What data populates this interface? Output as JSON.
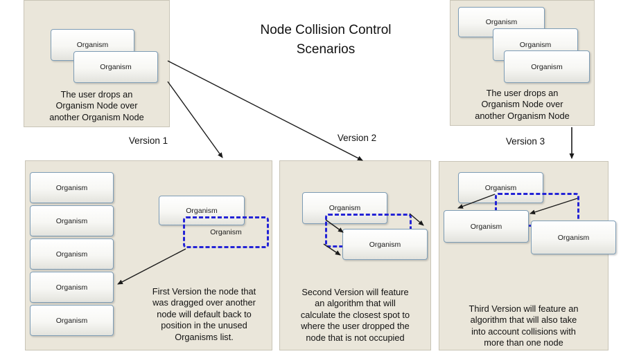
{
  "title": "Node Collision Control\nScenarios",
  "intro_left": {
    "nodes": [
      "Organism",
      "Organism"
    ],
    "caption": "The user drops an\nOrganism Node over\nanother Organism Node"
  },
  "intro_right": {
    "nodes": [
      "Organism",
      "Organism",
      "Organism"
    ],
    "caption": "The user drops an\nOrganism Node over\nanother Organism Node"
  },
  "version1": {
    "label": "Version 1",
    "list_nodes": [
      "Organism",
      "Organism",
      "Organism",
      "Organism",
      "Organism"
    ],
    "dropped_node": "Organism",
    "ghost_node": "Organism",
    "caption": "First Version the node that\nwas dragged over another\nnode will default back to\nposition in the unused\nOrganisms list."
  },
  "version2": {
    "label": "Version 2",
    "target_node": "Organism",
    "placed_node": "Organism",
    "caption": "Second Version will feature\nan algorithm that will\ncalculate the closest spot to\nwhere the user dropped the\nnode that is not occupied"
  },
  "version3": {
    "label": "Version 3",
    "top_node": "Organism",
    "left_node": "Organism",
    "right_node": "Organism",
    "caption": "Third Version will feature an\nalgorithm that will also take\ninto account collisions with\nmore than one node"
  },
  "colors": {
    "panel_bg": "#eae6da",
    "panel_border": "#c8c4b6",
    "node_border": "#7d9cb5",
    "ghost_border": "#2323d6",
    "arrow": "#1a1a1a"
  }
}
